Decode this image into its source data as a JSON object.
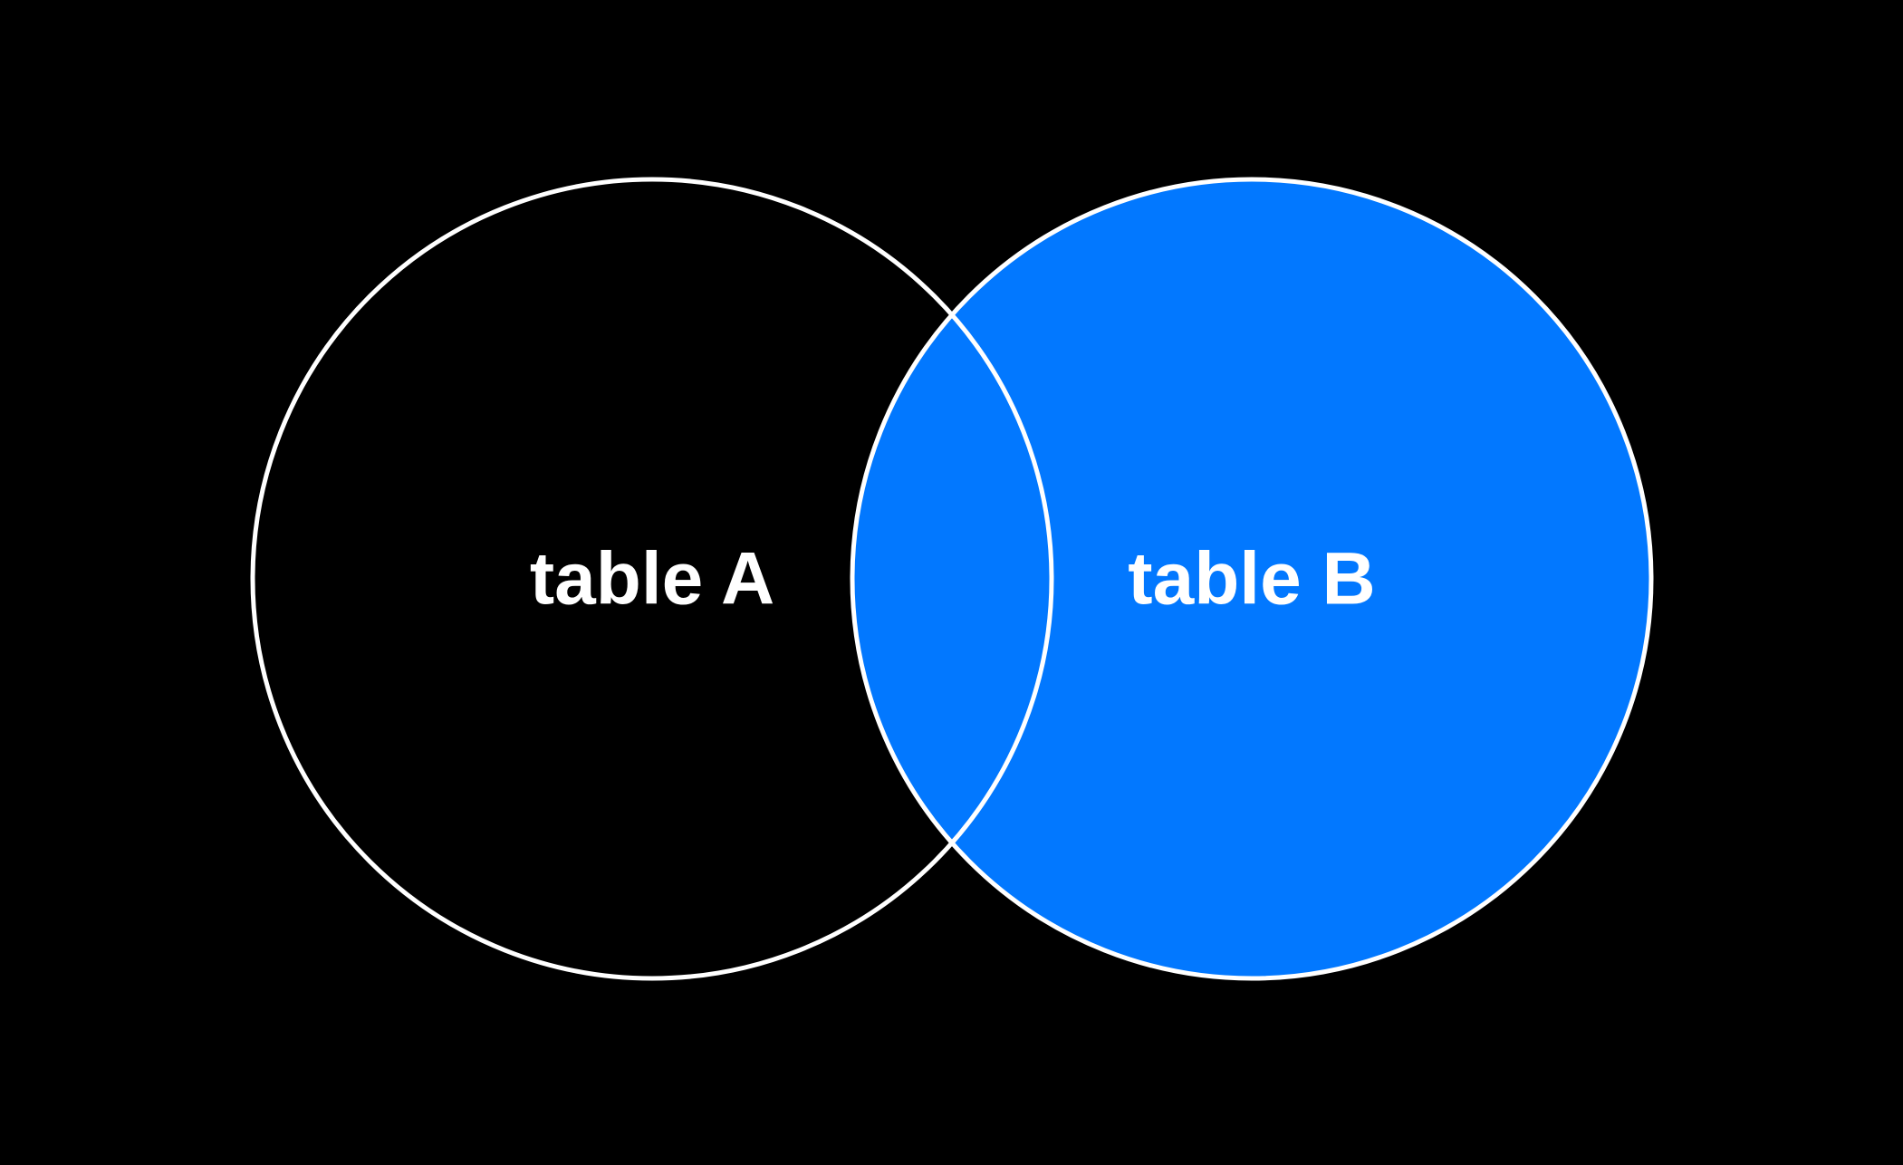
{
  "diagram": {
    "type": "venn",
    "sets": [
      {
        "id": "a",
        "label": "table A",
        "highlighted": false
      },
      {
        "id": "b",
        "label": "table B",
        "highlighted": true
      }
    ],
    "intersection_highlighted": true
  },
  "colors": {
    "background": "#000000",
    "highlight_fill": "#0278FF",
    "outline": "#FFFFFF",
    "label_text": "#FFFFFF"
  }
}
